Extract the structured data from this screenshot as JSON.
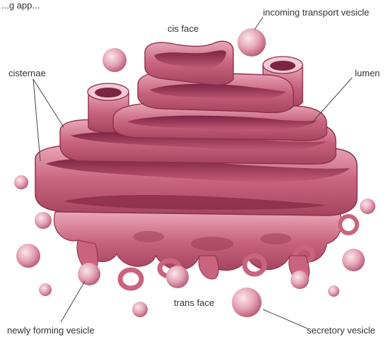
{
  "labels": {
    "cut_off_text": "...g app...",
    "incoming_transport_vesicle": "incoming transport vesicle",
    "cis_face": "cis face",
    "cisternae": "cisternae",
    "lumen": "lumen",
    "trans_face": "trans face",
    "newly_forming_vesicle": "newly forming vesicle",
    "secretory_vesicle": "secretory vesicle"
  },
  "colors": {
    "membrane": "#c9647f",
    "membrane_dark": "#8e2f4b",
    "membrane_light": "#f3c9d4",
    "lumen": "#a03a5a",
    "vesicle": "#e8aebd"
  }
}
